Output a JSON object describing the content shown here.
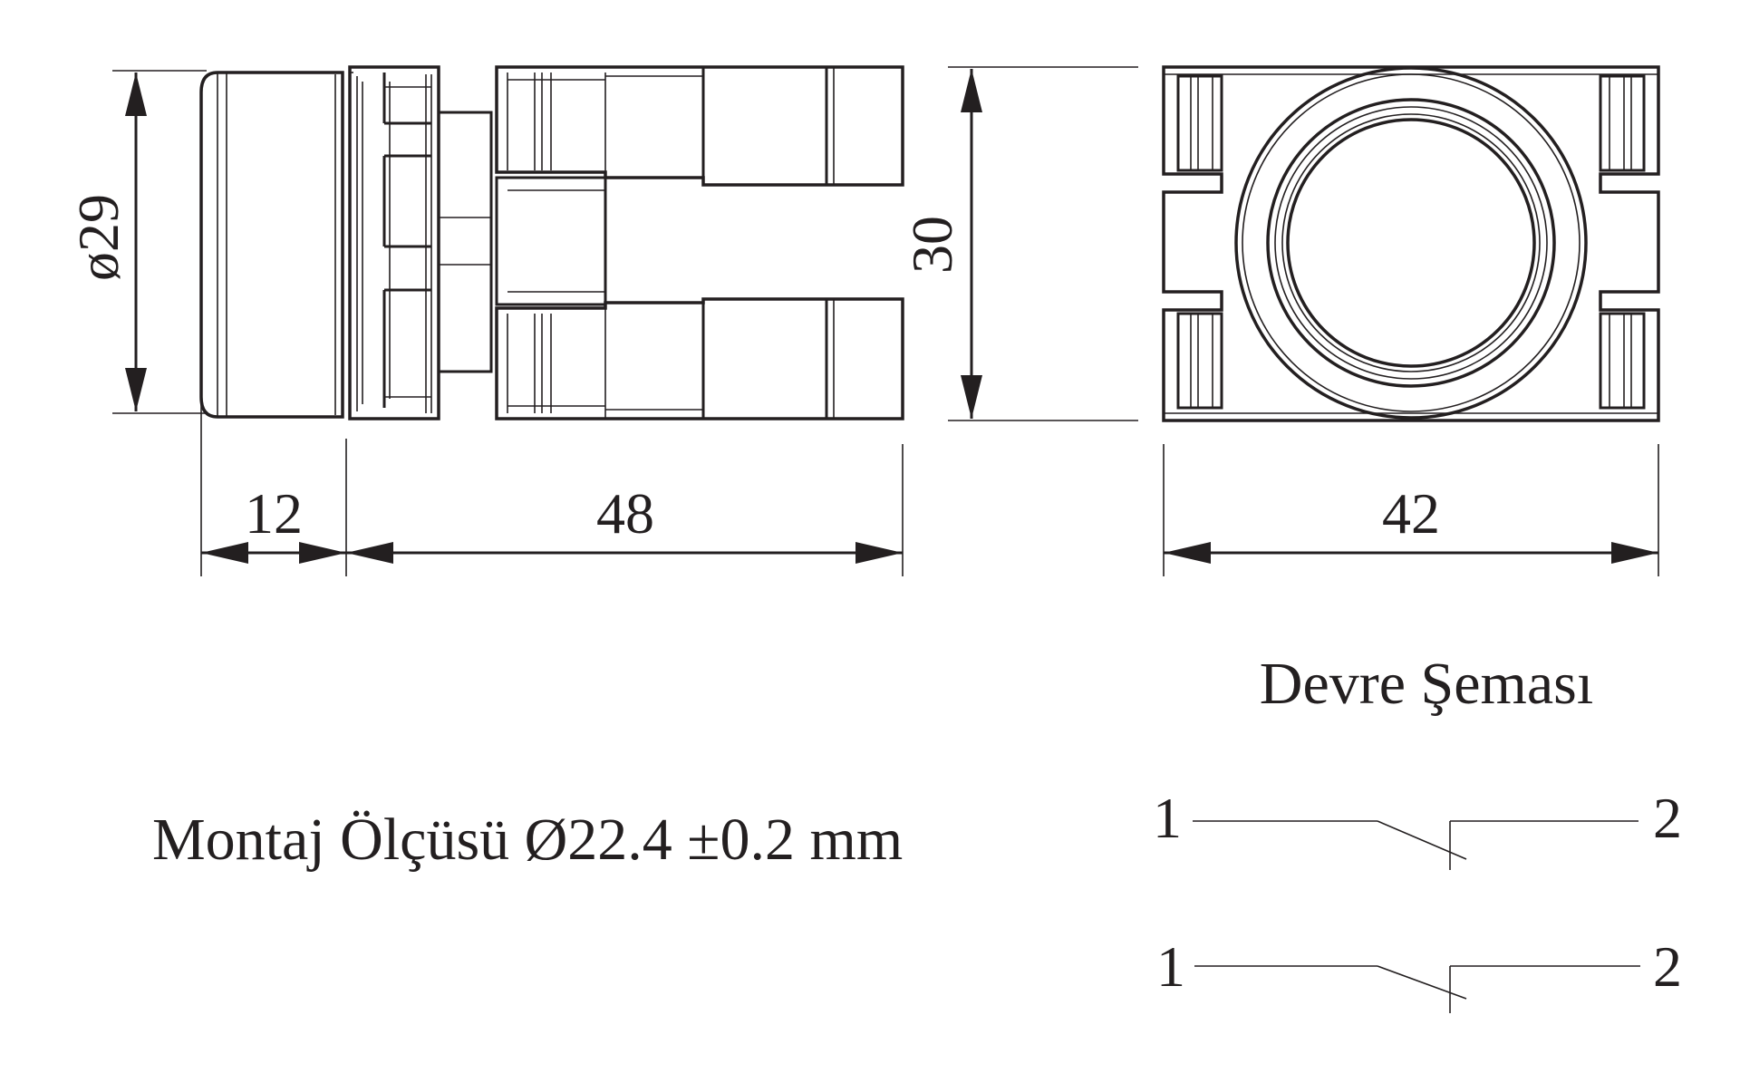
{
  "dimensions": {
    "diameter": "29",
    "height": "30",
    "front_depth": "12",
    "body_depth": "48",
    "width": "42"
  },
  "mounting_note": "Montaj Ölçüsü Ø22.4 ±0.2 mm",
  "circuit": {
    "title": "Devre Şeması",
    "contacts": [
      {
        "left_terminal": "1",
        "right_terminal": "2"
      },
      {
        "left_terminal": "1",
        "right_terminal": "2"
      }
    ]
  }
}
